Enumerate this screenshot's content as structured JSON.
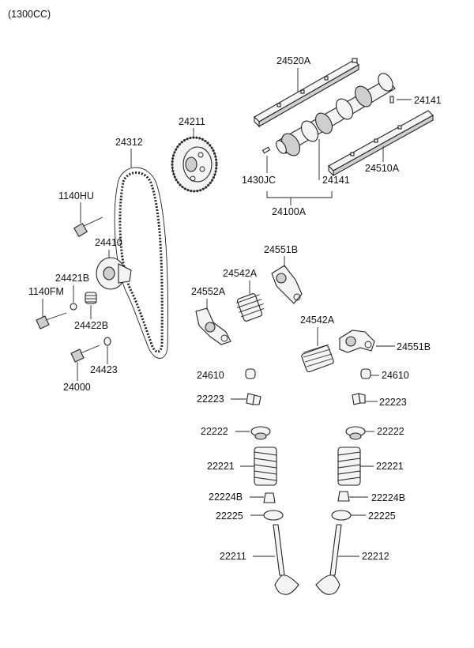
{
  "header": {
    "engine_note": "(1300CC)"
  },
  "labels": {
    "rail_a": "24520A",
    "pin_right": "24141",
    "sprocket": "24211",
    "belt": "24312",
    "rail_b": "24510A",
    "pin_left": "1430JC",
    "pin_bottom": "24141",
    "camshaft": "24100A",
    "bolt_hu": "1140HU",
    "tensioner": "24410",
    "washer_b": "24421B",
    "bolt_fm": "1140FM",
    "spring_b": "24422B",
    "washer": "24423",
    "bolt_24000": "24000",
    "rocker_551b_top": "24551B",
    "spring_542a_top": "24542A",
    "rocker_552a": "24552A",
    "spring_542a_bottom": "24542A",
    "rocker_551b_bottom": "24551B",
    "adjuster_left": "24610",
    "adjuster_right": "24610",
    "cotter_left": "22223",
    "cotter_right": "22223",
    "retainer_left": "22222",
    "retainer_right": "22222",
    "vspring_left": "22221",
    "vspring_right": "22221",
    "seal_left": "22224B",
    "seal_right": "22224B",
    "seat_left": "22225",
    "seat_right": "22225",
    "valve_left": "22211",
    "valve_right": "22212"
  }
}
